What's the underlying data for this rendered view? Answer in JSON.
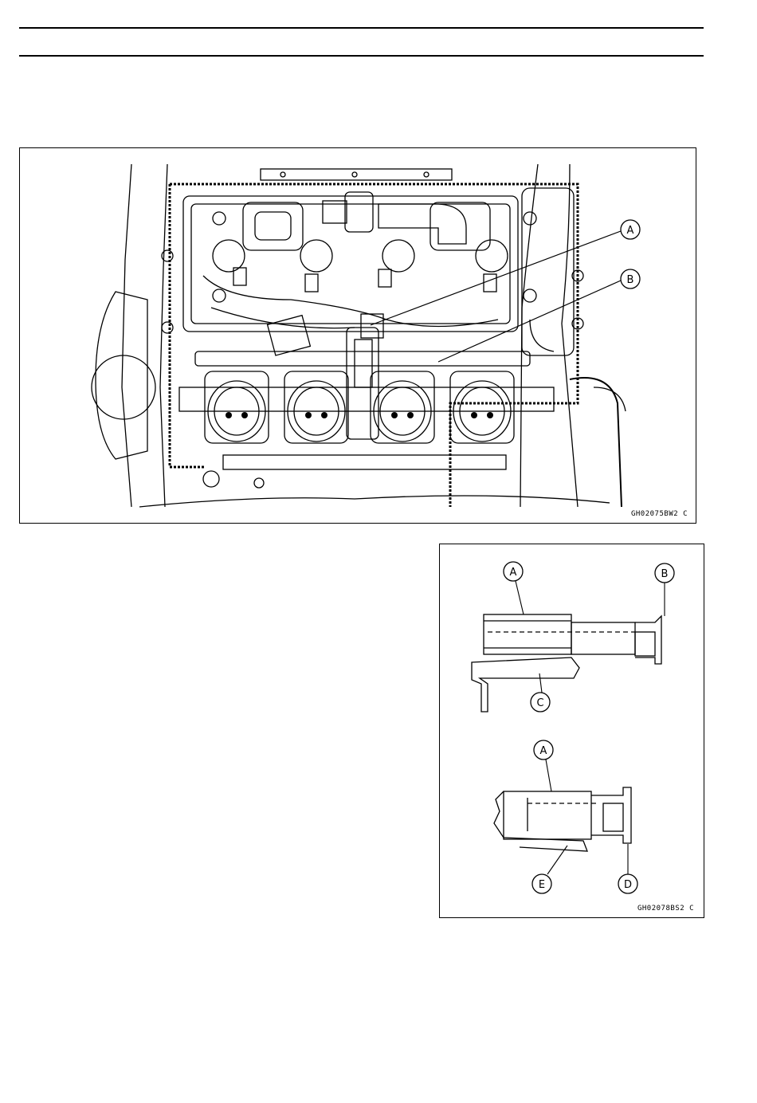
{
  "figure1": {
    "code": "GH02075BW2  C",
    "callouts": {
      "a": "A",
      "b": "B"
    }
  },
  "figure2": {
    "code": "GH02078BS2  C",
    "callouts": {
      "a_top": "A",
      "b": "B",
      "c": "C",
      "a_bottom": "A",
      "d": "D",
      "e": "E"
    }
  }
}
